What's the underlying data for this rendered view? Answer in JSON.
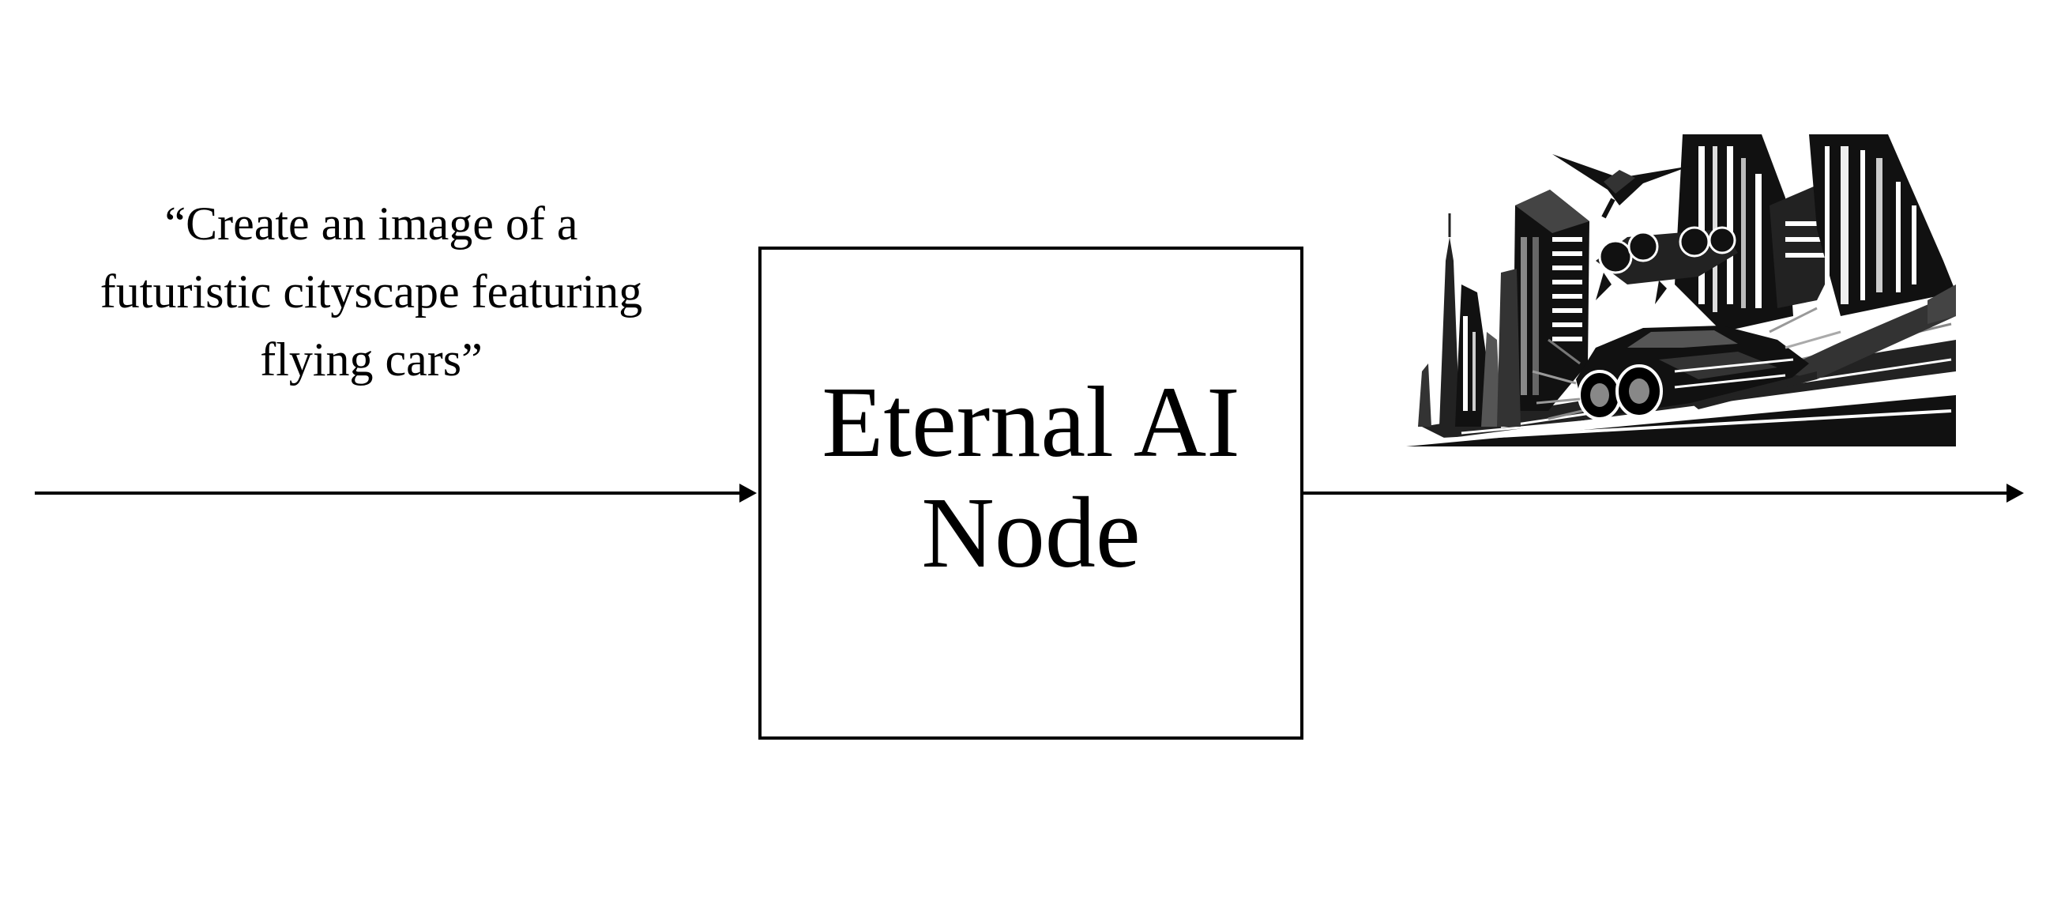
{
  "input": {
    "prompt": "“Create an image of a\nfuturistic cityscape featuring\nflying cars”"
  },
  "node": {
    "label": "Eternal AI\nNode"
  },
  "output": {
    "image_description_icon": "futuristic-cityscape-flying-cars-image"
  },
  "colors": {
    "line": "#000000",
    "background": "#ffffff"
  }
}
